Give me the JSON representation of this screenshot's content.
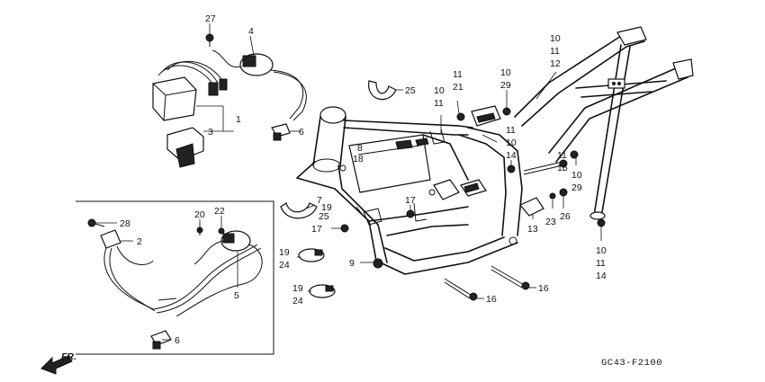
{
  "diagram_code": "GC43-F2100",
  "direction_label": "FR.",
  "callouts": {
    "c27": "27",
    "c4": "4",
    "c1": "1",
    "c3": "3",
    "c6a": "6",
    "c25a": "25",
    "c8": "8",
    "c18": "18",
    "c10a": "10",
    "c11a": "11",
    "c11b": "11",
    "c21": "21",
    "c10b": "10",
    "c29a": "29",
    "c11c": "11",
    "c10c": "10",
    "c10d": "10",
    "c11d": "11",
    "c12": "12",
    "c14a": "14",
    "c11e": "11",
    "c15": "15",
    "c10e": "10",
    "c29b": "29",
    "c7": "7",
    "c19a": "19",
    "c25b": "25",
    "c17a": "17",
    "c17b": "17",
    "c13": "13",
    "c23": "23",
    "c26": "26",
    "c10f": "10",
    "c11f": "11",
    "c14b": "14",
    "c19b": "19",
    "c24a": "24",
    "c9": "9",
    "c16a": "16",
    "c19c": "19",
    "c24b": "24",
    "c16b": "16",
    "c28": "28",
    "c2": "2",
    "c20": "20",
    "c22": "22",
    "c5": "5",
    "c6b": "6"
  }
}
